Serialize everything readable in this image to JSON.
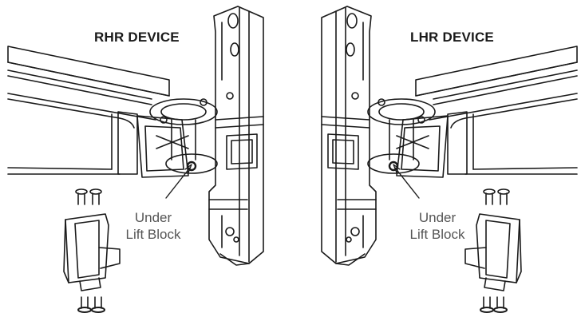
{
  "figure": {
    "left_panel": {
      "title": "RHR DEVICE",
      "callout_line1": "Under",
      "callout_line2": "Lift Block"
    },
    "right_panel": {
      "title": "LHR DEVICE",
      "callout_line1": "Under",
      "callout_line2": "Lift Block"
    }
  },
  "colors": {
    "line": "#1a1a1a",
    "callout_text": "#555555",
    "background": "#ffffff"
  }
}
